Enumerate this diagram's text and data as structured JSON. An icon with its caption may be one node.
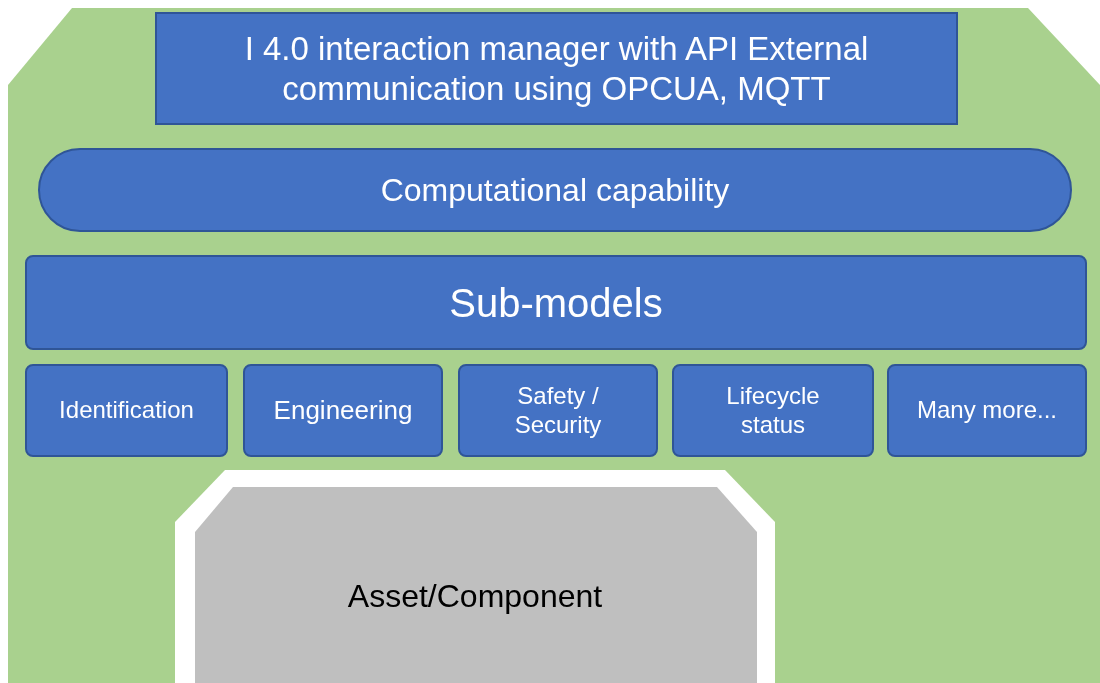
{
  "diagram": {
    "nodes": [
      {
        "text": [],
        "shape": "octagon"
      },
      {
        "text": [
          "I 4.0 interaction manager with API External communication using OPCUA, MQTT"
        ],
        "in": 0
      },
      {
        "text": [
          "Computational capability"
        ],
        "in": 0
      },
      {
        "text": [
          "Sub-models"
        ],
        "in": 0
      },
      {
        "text": [
          "Identification"
        ],
        "in": 0
      },
      {
        "text": [
          "Engineering"
        ],
        "in": 0
      },
      {
        "text": [
          "Safety / Security"
        ],
        "in": 0
      },
      {
        "text": [
          "Lifecycle status"
        ],
        "in": 0
      },
      {
        "text": [
          "Many more..."
        ],
        "in": 0
      },
      {
        "text": [
          "Asset/Component"
        ],
        "in": 0
      }
    ]
  }
}
